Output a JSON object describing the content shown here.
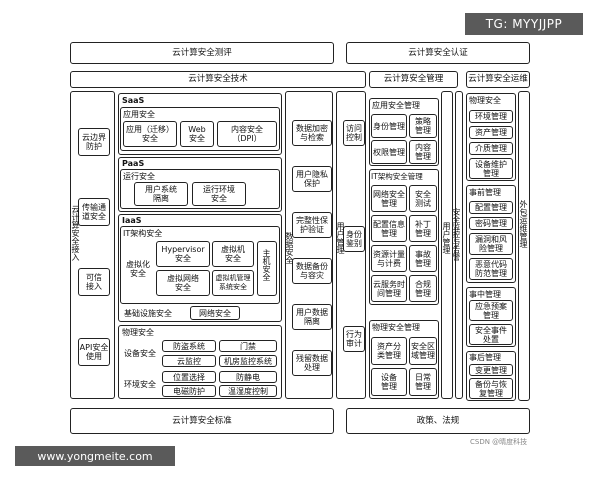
{
  "watermark_top": "TG: MYYJJPP",
  "watermark_bottom": "www.yongmeite.com",
  "csdn": "CSDN @晴度科技",
  "top": {
    "eval": "云计算安全测评",
    "cert": "云计算安全认证"
  },
  "headers": {
    "tech": "云计算安全技术",
    "mgmt": "云计算安全管理",
    "ops": "云计算安全运维"
  },
  "left_col": {
    "boundary": "云边界\n防护",
    "transport": "传输通\n道安全",
    "trusted": "可信\n接入",
    "api": "API安全\n使用",
    "vertical": "云计算安全接入"
  },
  "saas": {
    "title": "SaaS",
    "app_title": "应用安全",
    "migration": "应用（迁移）\n安全",
    "web": "Web\n安全",
    "content": "内容安全\n（DPI）"
  },
  "paas": {
    "title": "PaaS",
    "runtime_title": "运行安全",
    "isolation": "用户系统\n隔离",
    "env": "运行环境\n安全"
  },
  "iaas": {
    "title": "IaaS",
    "it_title": "IT架构安全",
    "virt": "虚拟化\n安全",
    "hypervisor": "Hypervisor\n安全",
    "vm": "虚拟机\n安全",
    "vnet": "虚拟网络\n安全",
    "vmm": "虚拟机管理\n系统安全",
    "host": "主机安全",
    "infra": "基础设施安全",
    "netsec": "网络安全"
  },
  "physical": {
    "title": "物理安全",
    "device": "设备安全",
    "antitheft": "防盗系统",
    "door": "门禁",
    "cctv": "云监控",
    "room": "机房监控系统",
    "env": "环境安全",
    "position": "位置选择",
    "lightning": "防静电",
    "emp": "电磁防护",
    "temp": "温湿度控制"
  },
  "data_col": {
    "encrypt": "数据加密\n与检索",
    "privacy": "用户隐私\n保护",
    "integrity": "完整性保\n护验证",
    "backup": "数据备份\n与容灾",
    "isolate": "用户数据\n隔离",
    "residual": "残留数据\n处理",
    "vertical": "数据安全"
  },
  "user_col": {
    "access": "访问\n控制",
    "auth": "身份\n鉴别",
    "audit": "行为\n审计",
    "vertical": "用户管理"
  },
  "app_mgmt": {
    "title": "应用安全管理",
    "identity": "身份管理",
    "policy": "策略\n管理",
    "perm": "权限管理",
    "content": "内容\n管理"
  },
  "it_mgmt": {
    "title": "IT架构安全管理",
    "netsec": "网络安全\n管理",
    "test": "安全\n测试",
    "config": "配置信息\n管理",
    "patch": "补丁\n管理",
    "billing": "资源计量\n与计费",
    "incident": "事故\n管理",
    "sla": "云服务时\n间管理",
    "compliance": "合规\n管理"
  },
  "phys_mgmt": {
    "title": "物理安全管理",
    "asset": "资产分\n类管理",
    "zone": "安全区\n域管理",
    "device": "设备\n管理",
    "daily": "日常\n管理"
  },
  "user_mgmt_v": "用户管理",
  "sec_monitor_v": "安全监控与告警",
  "ops_col": {
    "physical_title": "物理安全",
    "env": "环境管理",
    "asset": "资产管理",
    "media": "介质管理",
    "maint": "设备维护\n管理",
    "pre_title": "事前管理",
    "config": "配置管理",
    "pwd": "密码管理",
    "vuln": "漏洞和风\n险管理",
    "malware": "恶意代码\n防范管理",
    "mid_title": "事中管理",
    "plan": "应急预案\n管理",
    "event": "安全事件\n处置",
    "post_title": "事后管理",
    "change": "变更管理",
    "recovery": "备份与恢\n复管理",
    "outsource_v": "外包运维管理"
  },
  "bottom": {
    "standard": "云计算安全标准",
    "policy": "政策、法规"
  }
}
